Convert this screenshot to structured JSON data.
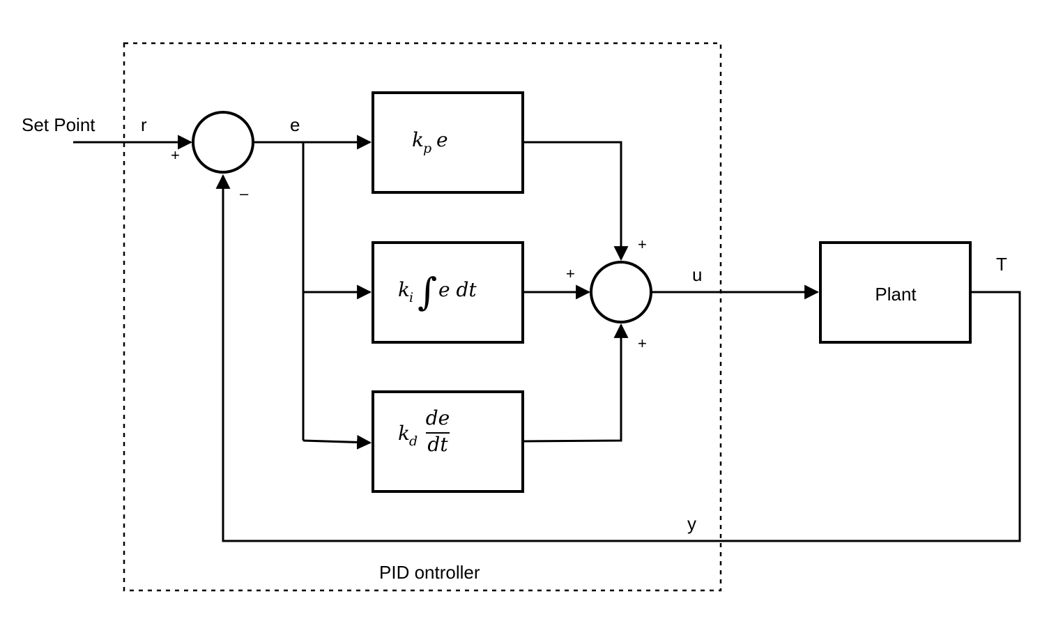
{
  "labels": {
    "set_point": "Set Point",
    "r": "r",
    "e": "e",
    "u": "u",
    "y": "y",
    "t": "T",
    "plant": "Plant",
    "controller": "PID ontroller"
  },
  "signs": {
    "sum1_plus": "+",
    "sum1_minus": "–",
    "sum2_top_plus": "+",
    "sum2_left_plus": "+",
    "sum2_bottom_plus": "+"
  },
  "blocks": {
    "proportional": {
      "k": "k",
      "sub": "p",
      "term": "e"
    },
    "integral": {
      "k": "k",
      "sub": "i",
      "symbol": "∫",
      "term": "e dt"
    },
    "derivative": {
      "k": "k",
      "sub": "d",
      "numerator": "de",
      "denominator": "dt"
    }
  }
}
